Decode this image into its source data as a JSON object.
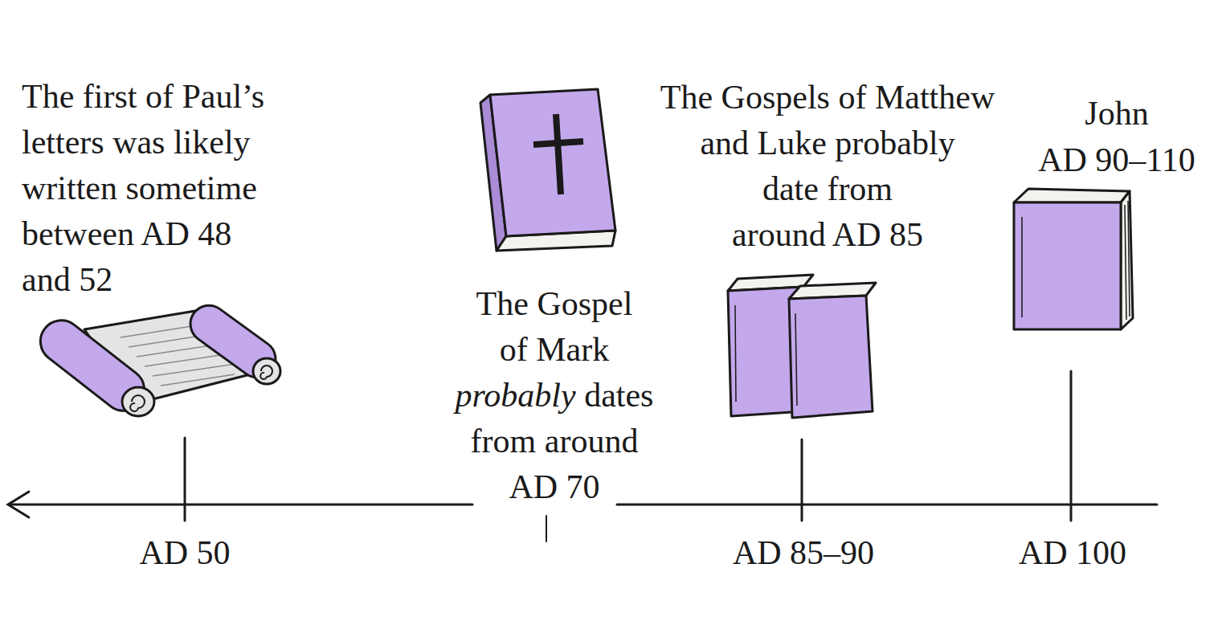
{
  "diagram": {
    "labels": [
      "The first of Paul’s letters was likely written sometime between AD 48 and 52",
      "The Gospel of Mark probably dates from around AD 70",
      "The Gospels of Matthew and Luke probably date from around AD 85",
      "John AD 90–110",
      "AD 50",
      "AD 85–90",
      "AD 100"
    ]
  }
}
